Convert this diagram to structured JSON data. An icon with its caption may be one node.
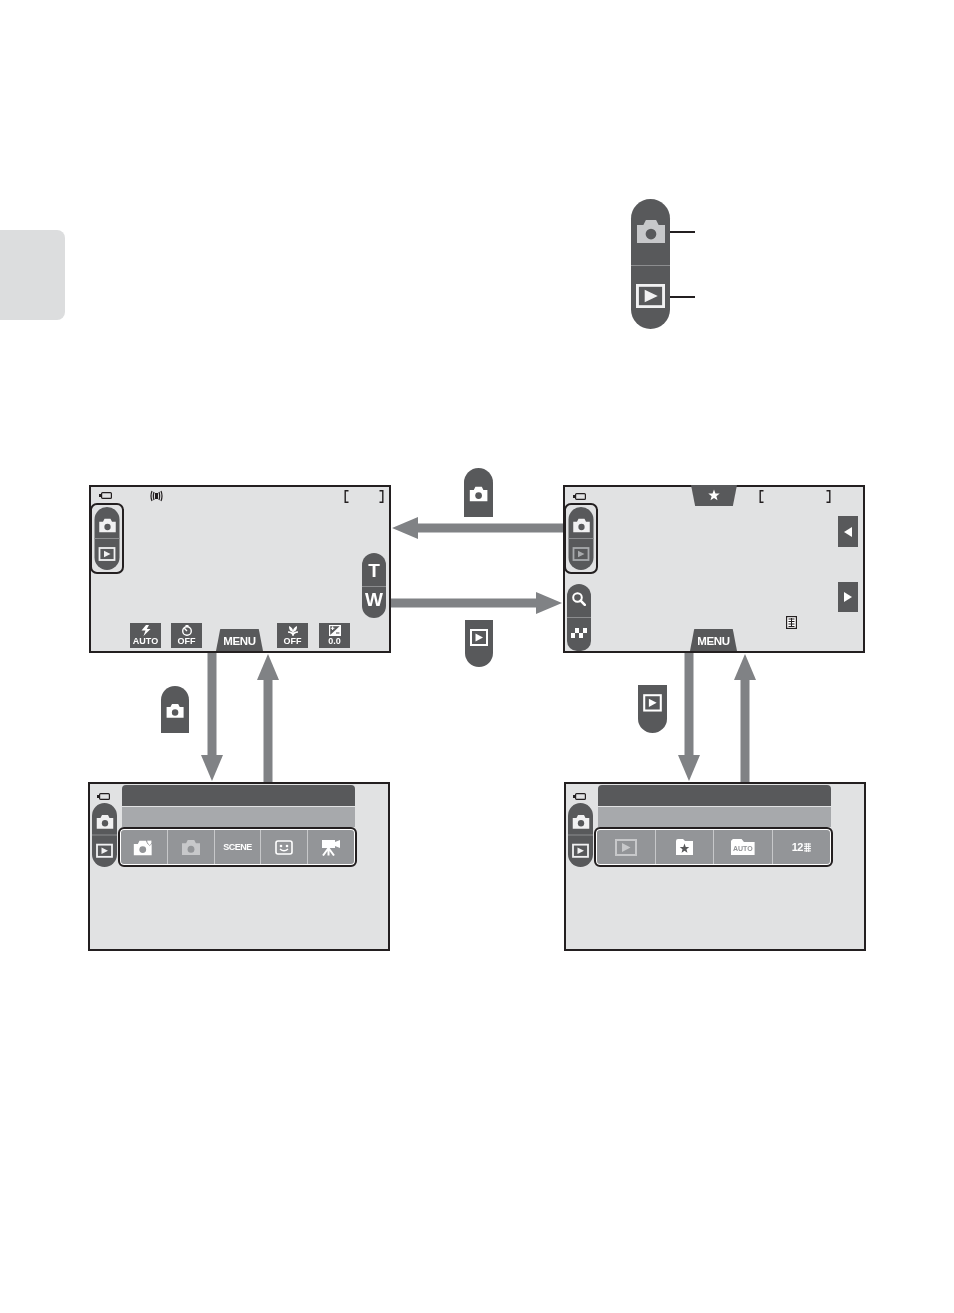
{
  "diagram": {
    "nodes": [
      {
        "text": [],
        "shape": "box"
      },
      {
        "text": [],
        "shape": "box"
      },
      {
        "text": [],
        "shape": "picture",
        "in": 1
      },
      {
        "text": [],
        "shape": "picture",
        "in": 1
      },
      {
        "text": [
          "T",
          "W",
          "AUTO",
          "OFF",
          "MENU",
          "OFF",
          "0.0"
        ]
      },
      {
        "text": [
          "MENU"
        ]
      },
      {
        "text": [
          "SCENE"
        ]
      },
      {
        "text": [
          "AUTO",
          "12"
        ]
      }
    ],
    "edges": [
      {
        "from": null,
        "to": 2,
        "arrow": "none",
        "color": "#231f20"
      },
      {
        "from": null,
        "to": 3,
        "arrow": "none",
        "color": "#231f20"
      },
      {
        "from": 5,
        "to": 4,
        "arrow": "to"
      },
      {
        "from": 4,
        "to": 5,
        "arrow": "to"
      },
      {
        "from": 4,
        "to": 6,
        "arrow": "to"
      },
      {
        "from": 6,
        "to": 4,
        "arrow": "to"
      },
      {
        "from": 5,
        "to": 7,
        "arrow": "to"
      },
      {
        "from": 7,
        "to": 5,
        "arrow": "to"
      }
    ]
  }
}
